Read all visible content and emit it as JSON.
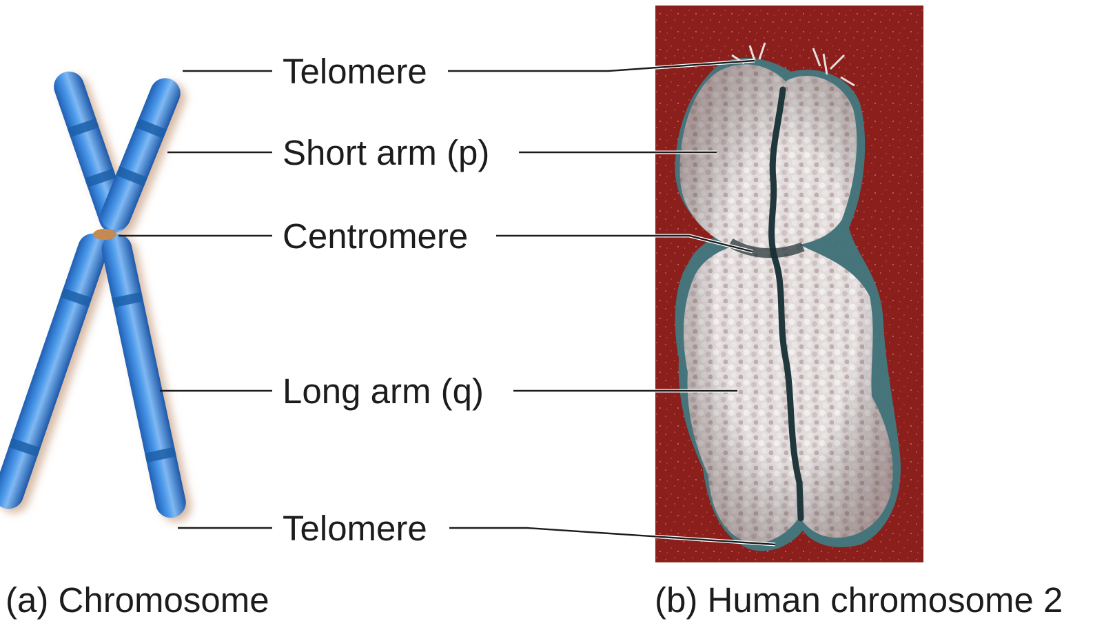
{
  "labels": {
    "telomere_top": "Telomere",
    "short_arm": "Short arm (p)",
    "centromere": "Centromere",
    "long_arm": "Long arm (q)",
    "telomere_bottom": "Telomere"
  },
  "captions": {
    "a": "(a) Chromosome",
    "b": "(b) Human chromosome 2"
  },
  "colors": {
    "chromatid": "#3b82d6",
    "chromatid_band": "#1c5fa8",
    "centromere": "#c48a52",
    "micrograph_background": "#8a1f1c",
    "micrograph_chromosome": "#dcd4d4",
    "micrograph_edge": "#2f6f78"
  }
}
